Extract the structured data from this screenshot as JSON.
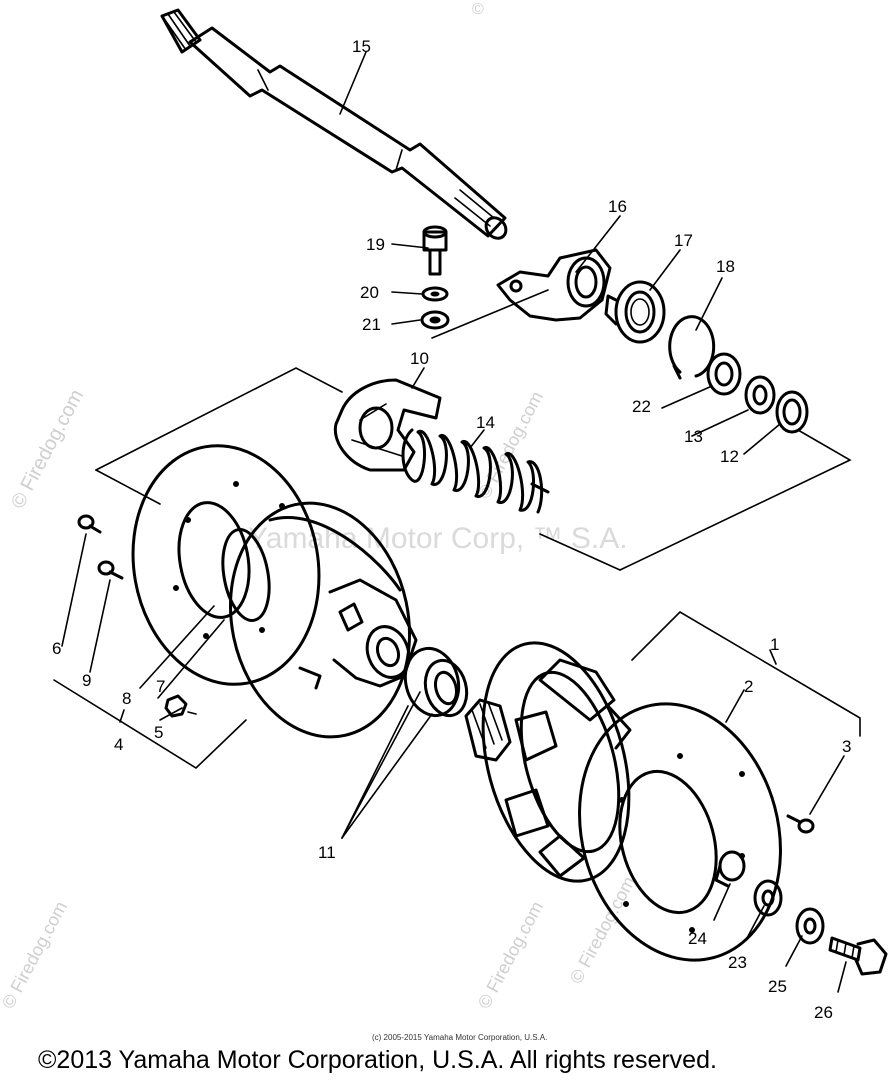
{
  "watermarks": {
    "side_left": "© Firedog.com",
    "mid": "© Firedog.com",
    "bottom_left": "© Firedog.com",
    "bottom_mid": "© Firedog.com",
    "bottom_right": "© Firedog.com",
    "top": "©",
    "center": "Yamaha Motor Corp, ™ S.A."
  },
  "callouts": [
    {
      "id": "1",
      "text": "1"
    },
    {
      "id": "2",
      "text": "2"
    },
    {
      "id": "3",
      "text": "3"
    },
    {
      "id": "4",
      "text": "4"
    },
    {
      "id": "5",
      "text": "5"
    },
    {
      "id": "6",
      "text": "6"
    },
    {
      "id": "7",
      "text": "7"
    },
    {
      "id": "8",
      "text": "8"
    },
    {
      "id": "9",
      "text": "9"
    },
    {
      "id": "10",
      "text": "10"
    },
    {
      "id": "11",
      "text": "11"
    },
    {
      "id": "12",
      "text": "12"
    },
    {
      "id": "13",
      "text": "13"
    },
    {
      "id": "14",
      "text": "14"
    },
    {
      "id": "15",
      "text": "15"
    },
    {
      "id": "16",
      "text": "16"
    },
    {
      "id": "17",
      "text": "17"
    },
    {
      "id": "18",
      "text": "18"
    },
    {
      "id": "19",
      "text": "19"
    },
    {
      "id": "20",
      "text": "20"
    },
    {
      "id": "21",
      "text": "21"
    },
    {
      "id": "22",
      "text": "22"
    },
    {
      "id": "23",
      "text": "23"
    },
    {
      "id": "24",
      "text": "24"
    },
    {
      "id": "25",
      "text": "25"
    },
    {
      "id": "26",
      "text": "26"
    }
  ],
  "footer": {
    "small": "(c) 2005-2015 Yamaha Motor Corporation, U.S.A.",
    "main": "©2013 Yamaha Motor Corporation, U.S.A. All rights reserved."
  }
}
